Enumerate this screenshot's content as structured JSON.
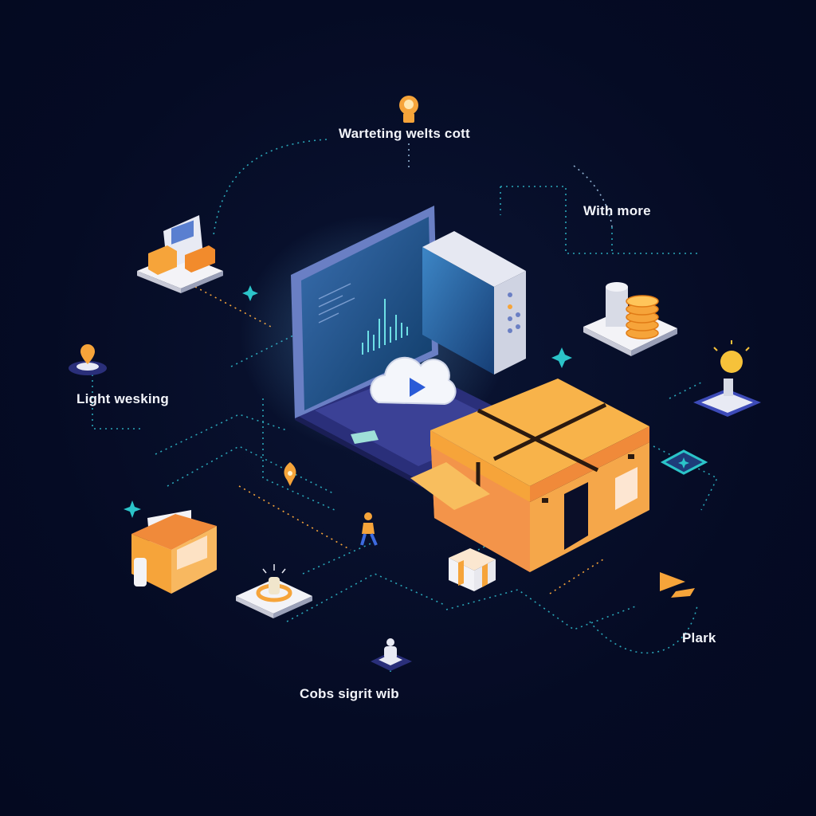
{
  "labels": {
    "top": "Warteting welts cott",
    "right_top": "With more",
    "left": "Light wesking",
    "right_bottom": "Plark",
    "bottom": "Cobs sigrit wib"
  },
  "colors": {
    "background": "#050b24",
    "accent_orange": "#f6a43a",
    "accent_teal": "#2bc4c9",
    "laptop_navy": "#2a2f7a",
    "screen_blue": "#1f6a9a"
  },
  "icons": [
    "lightbulb-icon",
    "document-stack-icon",
    "location-pin-icon",
    "laptop-icon",
    "server-icon",
    "cloud-play-icon",
    "database-coins-icon",
    "box-icon",
    "file-box-icon",
    "person-icon",
    "gift-box-icon",
    "flag-icon",
    "sparkle-icon"
  ]
}
